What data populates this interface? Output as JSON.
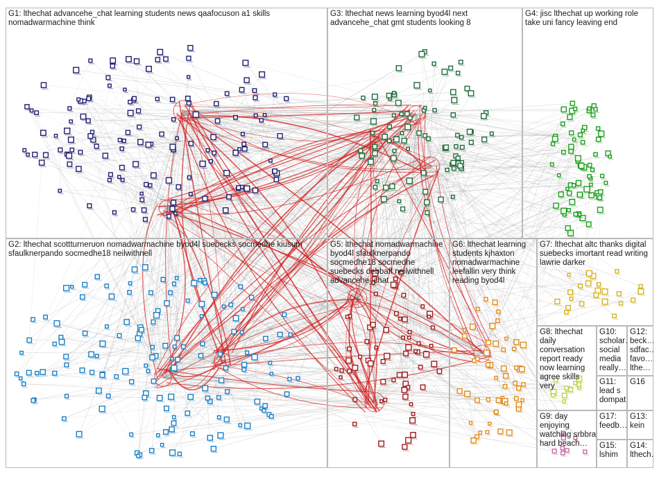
{
  "groups": [
    {
      "id": "G1",
      "label": "G1: lthechat advancehe_chat learning students news qaafocuson a1 skills nomadwarmachine think",
      "color": "#1f1f6e"
    },
    {
      "id": "G3",
      "label": "G3: lthechat news learning byod4l next advancehe_chat gmt students looking 8",
      "color": "#1f6b3a"
    },
    {
      "id": "G4",
      "label": "G4: jisc lthechat up working role take uni fancy leaving end",
      "color": "#1a9e1a"
    },
    {
      "id": "G2",
      "label": "G2: lthechat scottturneruon nomadwarmachine byod4l suebecks socmedhe kiusum sfaulknerpando socmedhe18 neilwithnell",
      "color": "#1a7fc4"
    },
    {
      "id": "G5",
      "label": "G5: lthechat nomadwarmachine byod4l sfaulknerpando socmedhe18 socmedhe suebecks debbaff neilwithnell advancehe_chat",
      "color": "#9e1a1a"
    },
    {
      "id": "G6",
      "label": "G6: lthechat learning students kjhaxton nomadwarmachine leefallin very think reading byod4l",
      "color": "#e08a1a"
    },
    {
      "id": "G7",
      "label": "G7: lthechat altc thanks digital suebecks imortant read writing lawrie darker",
      "color": "#d4b41a"
    },
    {
      "id": "G8",
      "label": "G8: lthechat daily conversation report ready now learning agree skills very",
      "color": "#b8d44a"
    },
    {
      "id": "G10",
      "label": "G10: scholar… social media really…",
      "color": "#8a8a8a"
    },
    {
      "id": "G12",
      "label": "G12: beck… sdfac… favo… lthe…",
      "color": "#8a8a8a"
    },
    {
      "id": "G11",
      "label": "G11: lead s dompat…",
      "color": "#8a8a8a"
    },
    {
      "id": "G16",
      "label": "G16",
      "color": "#8a8a8a"
    },
    {
      "id": "G9",
      "label": "G9: day enjoying watching srbbra hard beach…",
      "color": "#c46aa4"
    },
    {
      "id": "G17",
      "label": "G17: feedb…",
      "color": "#8a8a8a"
    },
    {
      "id": "G13",
      "label": "G13: kein",
      "color": "#8a8a8a"
    },
    {
      "id": "G15",
      "label": "G15: lshim",
      "color": "#8a8a8a"
    },
    {
      "id": "G14",
      "label": "G14: lthech…",
      "color": "#8a8a8a"
    }
  ],
  "colors": {
    "edge_gray": "#9a9a9a",
    "edge_red": "#d42020",
    "box_border": "#b8b8b8"
  }
}
